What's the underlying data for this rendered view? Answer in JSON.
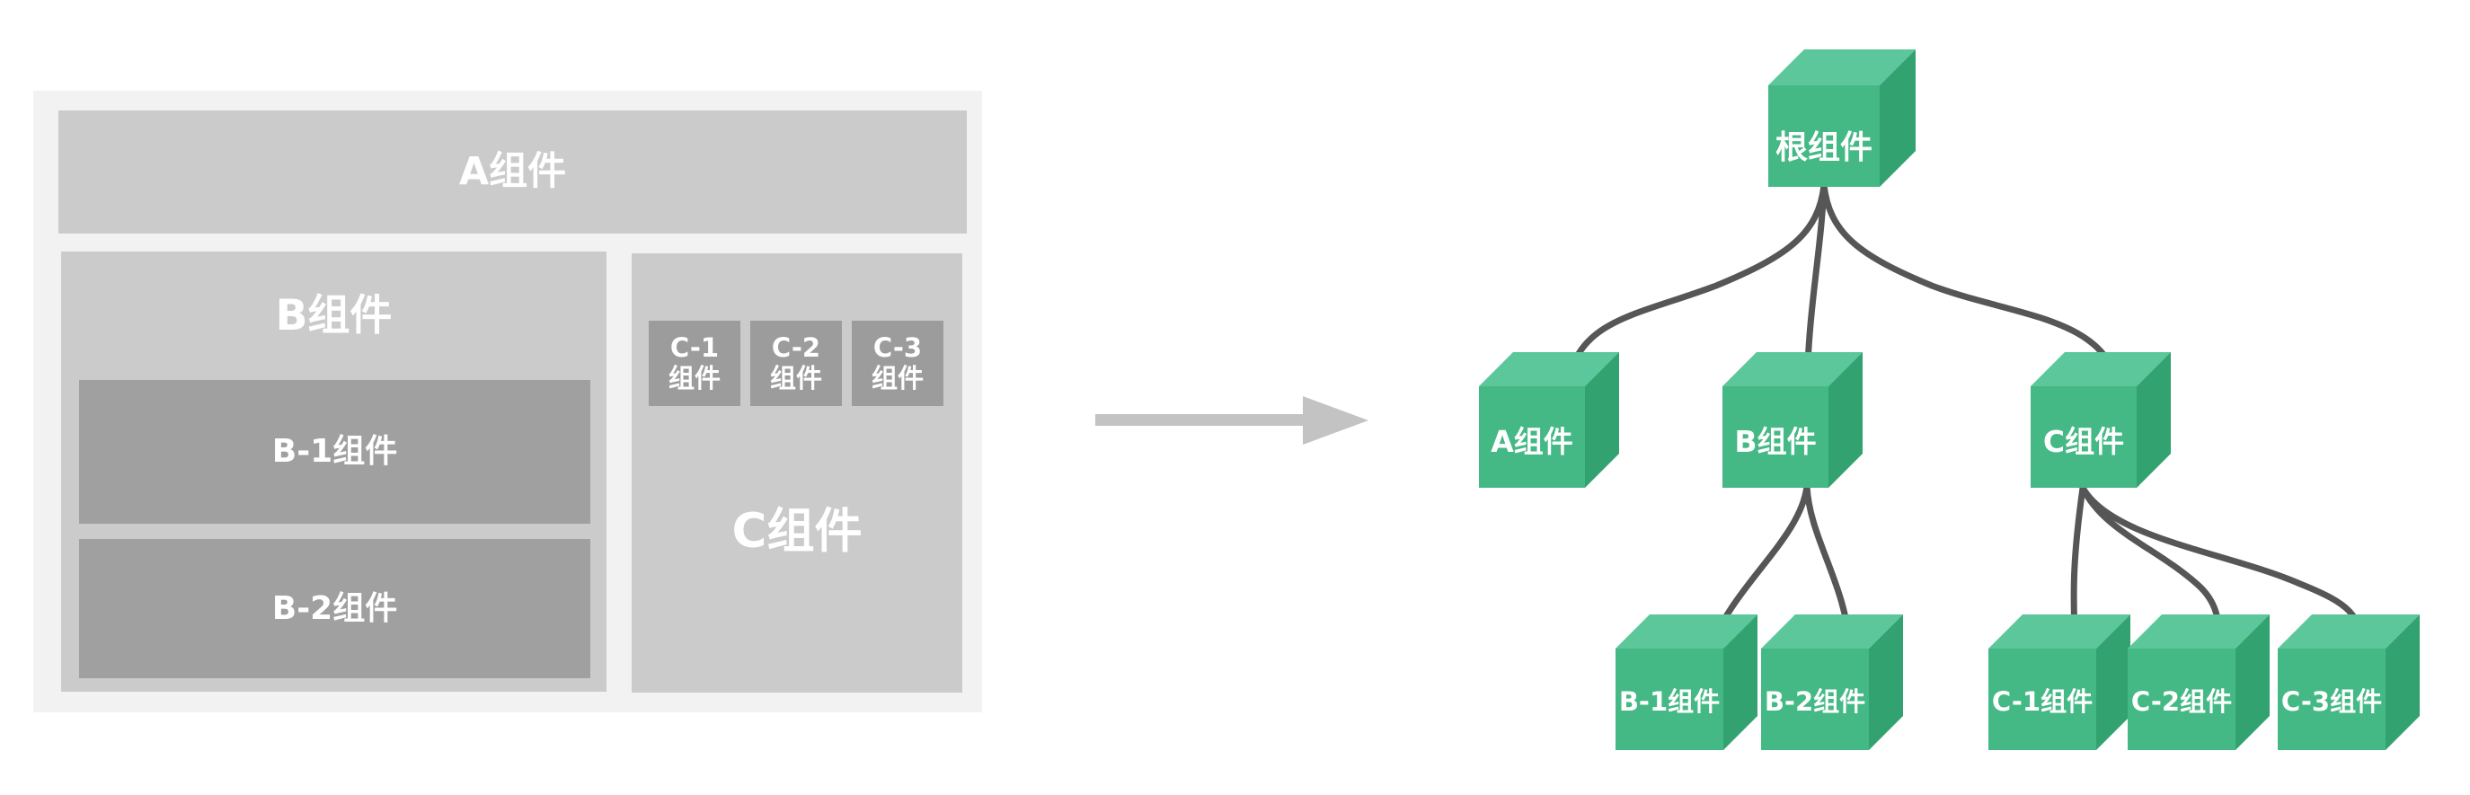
{
  "left_panel": {
    "box_a": {
      "label": "A组件"
    },
    "box_b": {
      "label": "B组件",
      "box_b1": {
        "label": "B-1组件"
      },
      "box_b2": {
        "label": "B-2组件"
      }
    },
    "box_c": {
      "label": "C组件",
      "small_boxes": [
        {
          "label": "C-1\n组件"
        },
        {
          "label": "C-2\n组件"
        },
        {
          "label": "C-3\n组件"
        }
      ]
    }
  },
  "arrow": {
    "direction": "right"
  },
  "tree": {
    "root": {
      "label": "根组件"
    },
    "level2": [
      {
        "label": "A组件"
      },
      {
        "label": "B组件"
      },
      {
        "label": "C组件"
      }
    ],
    "level3_b": [
      {
        "label": "B-1组件"
      },
      {
        "label": "B-2组件"
      }
    ],
    "level3_c": [
      {
        "label": "C-1组件"
      },
      {
        "label": "C-2组件"
      },
      {
        "label": "C-3组件"
      }
    ]
  },
  "colors": {
    "cube_front": "#45b985",
    "cube_top": "#5bc79a",
    "cube_side": "#33a271",
    "connector": "#565656",
    "panel_bg": "#f2f2f2",
    "box_light": "#cbcbcb",
    "box_mid": "#a0a0a0",
    "box_dark": "#9c9c9c",
    "arrow": "#c3c3c3",
    "label_text": "#ffffff"
  }
}
